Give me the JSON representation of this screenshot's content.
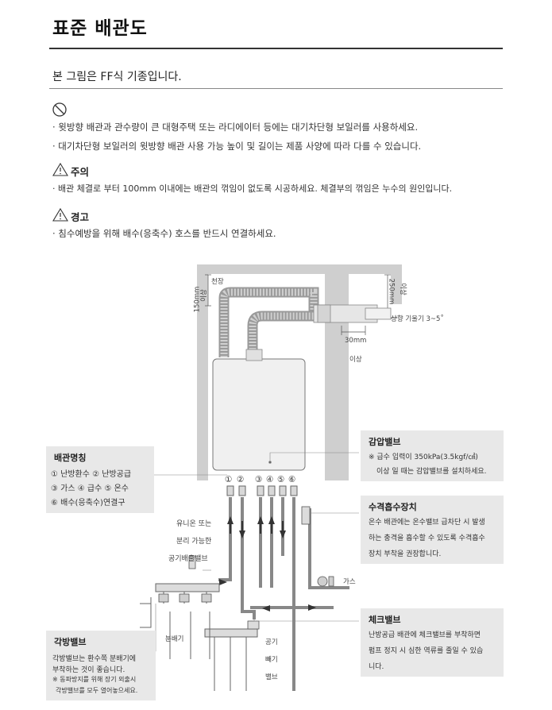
{
  "title": "표준 배관도",
  "subtitle": "본 그림은 FF식 기종입니다.",
  "prohibition": {
    "lines": [
      "· 윗방향 배관과 관수량이 큰 대형주택 또는 라디에이터 등에는 대기차단형 보일러를 사용하세요.",
      "· 대기차단형 보일러의 윗방향 배관 사용 가능 높이 및 길이는 제품 사양에 따라 다를 수 있습니다."
    ]
  },
  "caution": {
    "heading": "주의",
    "line": "· 배관 체결로 부터 100mm 이내에는 배관의 꺾임이 없도록 시공하세요. 체결부의 꺾임은 누수의 원인입니다."
  },
  "warning": {
    "heading": "경고",
    "line": "· 침수예방을 위해 배수(응축수) 호스를 반드시 연결하세요."
  },
  "diagram": {
    "ceiling_label": "천장",
    "left_dim": "150mm",
    "left_dim_sub": "이상",
    "right_dim": "250mm",
    "right_dim_sub": "이상",
    "slope_label": "상향 기울기 3~5˚",
    "gap_dim": "30mm",
    "gap_dim_sub": "이상",
    "port_numbers": [
      "①",
      "②",
      "③",
      "④",
      "⑤",
      "⑥"
    ],
    "union_line1": "유니온 또는",
    "union_line2": "분리 가능한",
    "union_line3": "공기배출밸브",
    "air_valve_label": "공기배출밸브",
    "gas_label": "가스",
    "distributor_label": "분배기",
    "air_vent_line1": "공기",
    "air_vent_line2": "빼기",
    "air_vent_line3": "밸브"
  },
  "pipe_names": {
    "heading": "배관명칭",
    "row1": "① 난방환수    ② 난방공급",
    "row2": "③ 가스   ④ 급수   ⑤ 온수",
    "row3": "⑥ 배수(응축수)연결구"
  },
  "pressure_valve": {
    "heading": "감압밸브",
    "line1": "※ 급수 입력이 350kPa(3.5kgf/㎠)",
    "line2": "이상 일 때는 감압밸브를 설치하세요."
  },
  "shock_absorber": {
    "heading": "수격흡수장치",
    "line1": "온수 배관에는 온수밸브 급차단 시 발생",
    "line2": "하는 충격을 흡수할 수 있도록 수격흡수",
    "line3": "장치 부착을 권장합니다."
  },
  "check_valve": {
    "heading": "체크밸브",
    "line1": "난방공급 배관에 체크밸브를 부착하면",
    "line2": "펌프 정지 시 심한 역류를 줄일 수 있습",
    "line3": "니다."
  },
  "zone_valve": {
    "heading": "각방밸브",
    "line1": "각방밸브는 환수쪽 분배기에",
    "line2": "부착하는 것이 좋습니다.",
    "line3": "※ 동파방지를 위해 장기 외출시",
    "line4": "각방밸브를 모두 열어놓으세요."
  }
}
